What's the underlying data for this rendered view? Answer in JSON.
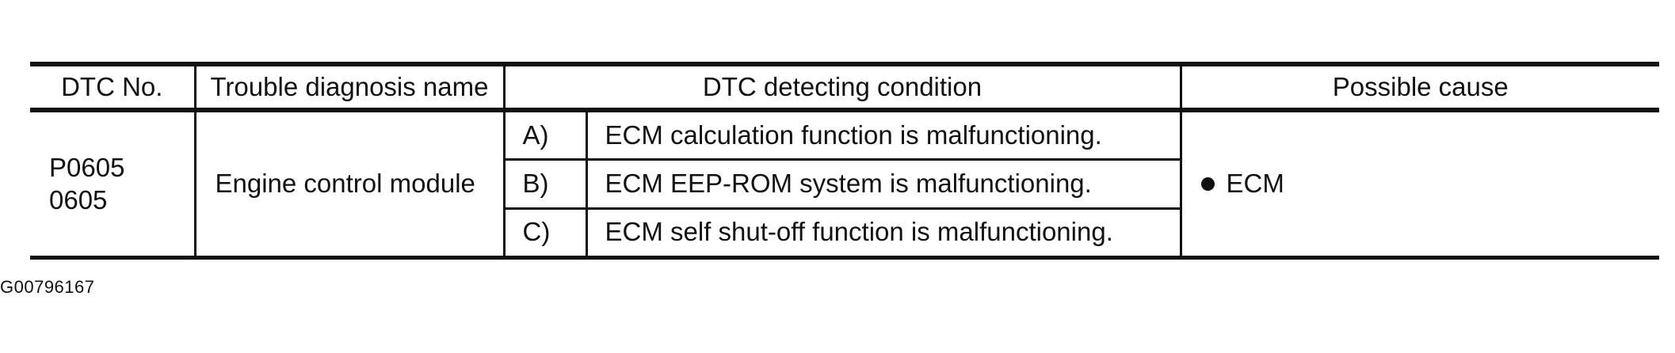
{
  "table": {
    "headers": {
      "dtc_no": "DTC No.",
      "trouble_name": "Trouble diagnosis name",
      "condition": "DTC detecting condition",
      "cause": "Possible cause"
    },
    "dtc_no": [
      "P0605",
      "0605"
    ],
    "trouble_name": "Engine control module",
    "conditions": [
      {
        "letter": "A)",
        "text": "ECM calculation function is malfunctioning."
      },
      {
        "letter": "B)",
        "text": "ECM EEP-ROM system is malfunctioning."
      },
      {
        "letter": "C)",
        "text": "ECM self shut-off function is malfunctioning."
      }
    ],
    "possible_cause": "ECM",
    "bullet_icon": "bullet-icon"
  },
  "figure_id": "G00796167"
}
